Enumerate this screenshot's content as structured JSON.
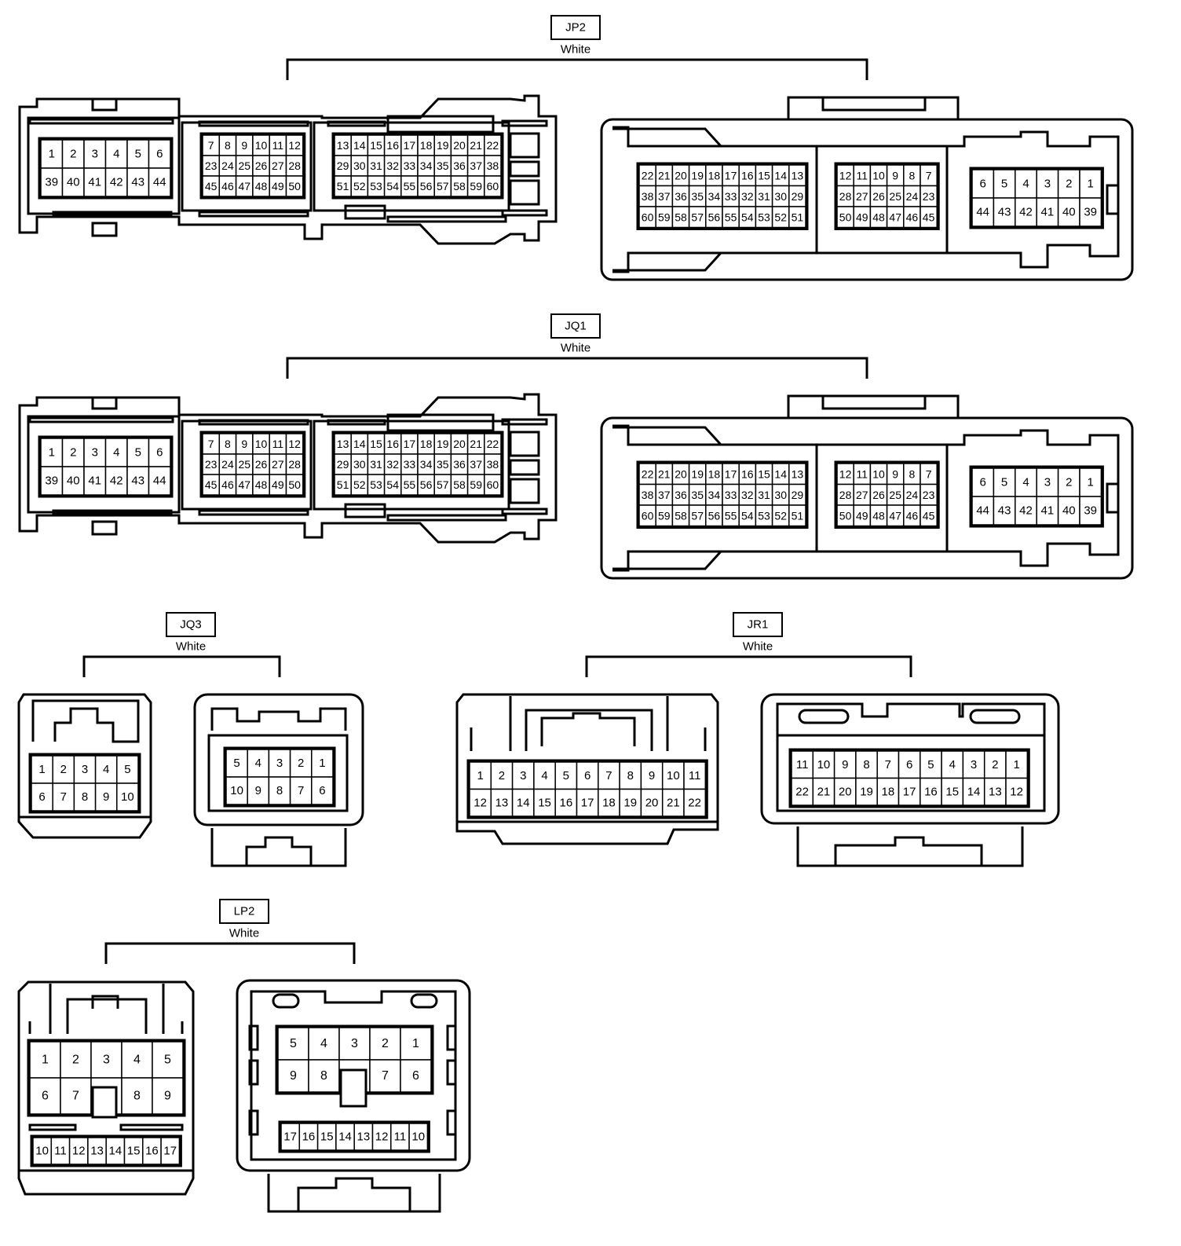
{
  "colors": {
    "ink": "#000000",
    "background": "#ffffff"
  },
  "connectors": [
    {
      "id": "JP2",
      "label": "JP2",
      "color": "White",
      "views": {
        "left": {
          "rows": [
            [
              [
                "1",
                "2",
                "3",
                "4",
                "5",
                "6"
              ],
              [
                "39",
                "40",
                "41",
                "42",
                "43",
                "44"
              ]
            ],
            [
              [
                "7",
                "8",
                "9",
                "10",
                "11",
                "12"
              ],
              [
                "23",
                "24",
                "25",
                "26",
                "27",
                "28"
              ],
              [
                "45",
                "46",
                "47",
                "48",
                "49",
                "50"
              ]
            ],
            [
              [
                "13",
                "14",
                "15",
                "16",
                "17",
                "18",
                "19",
                "20",
                "21",
                "22"
              ],
              [
                "29",
                "30",
                "31",
                "32",
                "33",
                "34",
                "35",
                "36",
                "37",
                "38"
              ],
              [
                "51",
                "52",
                "53",
                "54",
                "55",
                "56",
                "57",
                "58",
                "59",
                "60"
              ]
            ]
          ]
        },
        "right": {
          "rows": [
            [
              [
                "22",
                "21",
                "20",
                "19",
                "18",
                "17",
                "16",
                "15",
                "14",
                "13"
              ],
              [
                "38",
                "37",
                "36",
                "35",
                "34",
                "33",
                "32",
                "31",
                "30",
                "29"
              ],
              [
                "60",
                "59",
                "58",
                "57",
                "56",
                "55",
                "54",
                "53",
                "52",
                "51"
              ]
            ],
            [
              [
                "12",
                "11",
                "10",
                "9",
                "8",
                "7"
              ],
              [
                "28",
                "27",
                "26",
                "25",
                "24",
                "23"
              ],
              [
                "50",
                "49",
                "48",
                "47",
                "46",
                "45"
              ]
            ],
            [
              [
                "6",
                "5",
                "4",
                "3",
                "2",
                "1"
              ],
              [
                "44",
                "43",
                "42",
                "41",
                "40",
                "39"
              ]
            ]
          ]
        }
      }
    },
    {
      "id": "JQ1",
      "label": "JQ1",
      "color": "White",
      "views": {
        "left": {
          "rows": [
            [
              [
                "1",
                "2",
                "3",
                "4",
                "5",
                "6"
              ],
              [
                "39",
                "40",
                "41",
                "42",
                "43",
                "44"
              ]
            ],
            [
              [
                "7",
                "8",
                "9",
                "10",
                "11",
                "12"
              ],
              [
                "23",
                "24",
                "25",
                "26",
                "27",
                "28"
              ],
              [
                "45",
                "46",
                "47",
                "48",
                "49",
                "50"
              ]
            ],
            [
              [
                "13",
                "14",
                "15",
                "16",
                "17",
                "18",
                "19",
                "20",
                "21",
                "22"
              ],
              [
                "29",
                "30",
                "31",
                "32",
                "33",
                "34",
                "35",
                "36",
                "37",
                "38"
              ],
              [
                "51",
                "52",
                "53",
                "54",
                "55",
                "56",
                "57",
                "58",
                "59",
                "60"
              ]
            ]
          ]
        },
        "right": {
          "rows": [
            [
              [
                "22",
                "21",
                "20",
                "19",
                "18",
                "17",
                "16",
                "15",
                "14",
                "13"
              ],
              [
                "38",
                "37",
                "36",
                "35",
                "34",
                "33",
                "32",
                "31",
                "30",
                "29"
              ],
              [
                "60",
                "59",
                "58",
                "57",
                "56",
                "55",
                "54",
                "53",
                "52",
                "51"
              ]
            ],
            [
              [
                "12",
                "11",
                "10",
                "9",
                "8",
                "7"
              ],
              [
                "28",
                "27",
                "26",
                "25",
                "24",
                "23"
              ],
              [
                "50",
                "49",
                "48",
                "47",
                "46",
                "45"
              ]
            ],
            [
              [
                "6",
                "5",
                "4",
                "3",
                "2",
                "1"
              ],
              [
                "44",
                "43",
                "42",
                "41",
                "40",
                "39"
              ]
            ]
          ]
        }
      }
    },
    {
      "id": "JQ3",
      "label": "JQ3",
      "color": "White",
      "views": {
        "left": {
          "rows": [
            [
              "1",
              "2",
              "3",
              "4",
              "5"
            ],
            [
              "6",
              "7",
              "8",
              "9",
              "10"
            ]
          ]
        },
        "right": {
          "rows": [
            [
              "5",
              "4",
              "3",
              "2",
              "1"
            ],
            [
              "10",
              "9",
              "8",
              "7",
              "6"
            ]
          ]
        }
      }
    },
    {
      "id": "JR1",
      "label": "JR1",
      "color": "White",
      "views": {
        "left": {
          "rows": [
            [
              "1",
              "2",
              "3",
              "4",
              "5",
              "6",
              "7",
              "8",
              "9",
              "10",
              "11"
            ],
            [
              "12",
              "13",
              "14",
              "15",
              "16",
              "17",
              "18",
              "19",
              "20",
              "21",
              "22"
            ]
          ]
        },
        "right": {
          "rows": [
            [
              "11",
              "10",
              "9",
              "8",
              "7",
              "6",
              "5",
              "4",
              "3",
              "2",
              "1"
            ],
            [
              "22",
              "21",
              "20",
              "19",
              "18",
              "17",
              "16",
              "15",
              "14",
              "13",
              "12"
            ]
          ]
        }
      }
    },
    {
      "id": "LP2",
      "label": "LP2",
      "color": "White",
      "views": {
        "left": {
          "rows": [
            [
              "1",
              "2",
              "3",
              "4",
              "5"
            ],
            [
              "6",
              "7",
              "",
              "8",
              "9"
            ],
            [
              "10",
              "11",
              "12",
              "13",
              "14",
              "15",
              "16",
              "17"
            ]
          ]
        },
        "right": {
          "rows": [
            [
              "5",
              "4",
              "3",
              "2",
              "1"
            ],
            [
              "9",
              "8",
              "",
              "7",
              "6"
            ],
            [
              "17",
              "16",
              "15",
              "14",
              "13",
              "12",
              "11",
              "10"
            ]
          ]
        }
      }
    }
  ]
}
